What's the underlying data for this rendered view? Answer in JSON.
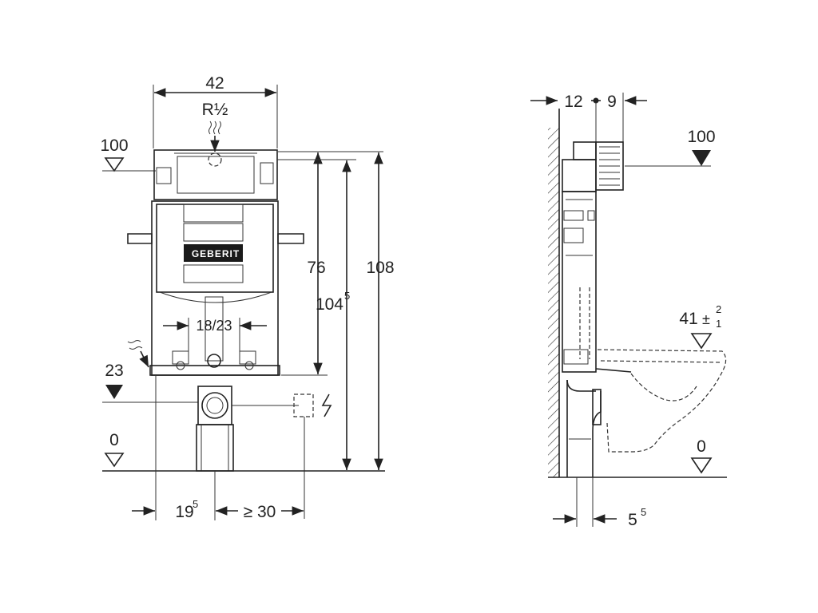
{
  "front_view": {
    "width_label": "42",
    "water_connection_label": "R½",
    "flush_height_level": "100",
    "height_76": "76",
    "height_104": "104",
    "height_104_sup": "5",
    "height_108": "108",
    "flush_bend_label": "18/23",
    "brand_label": "GEBERIT",
    "water_supply_level": "23",
    "floor_level": "0",
    "offset_left": "19",
    "offset_left_sup": "5",
    "offset_right": "≥ 30"
  },
  "side_view": {
    "depth_left": "12",
    "depth_right": "9",
    "flush_height_level": "100",
    "seat_height_level": "41",
    "seat_tolerance_plus": "2",
    "seat_tolerance_minus": "1",
    "floor_level": "0",
    "pipe_offset": "5",
    "pipe_offset_sup": "5"
  }
}
